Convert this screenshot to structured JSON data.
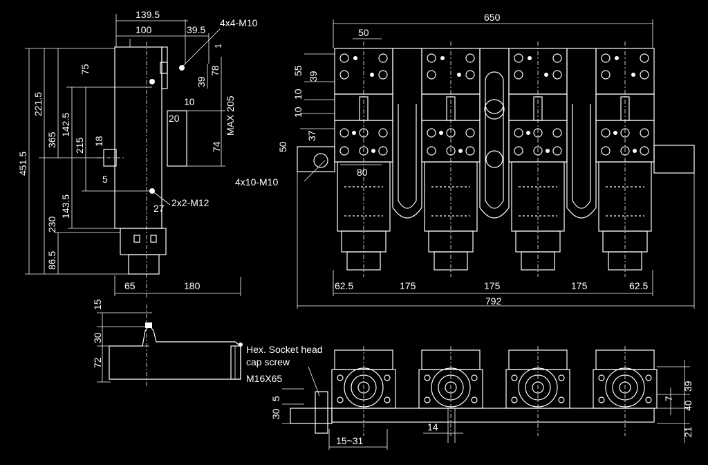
{
  "side_view": {
    "dims": {
      "d139_5": "139.5",
      "d100": "100",
      "d39_5": "39.5",
      "d4x4m10": "4x4-M10",
      "d1": "1",
      "d75": "75",
      "d39": "39",
      "d78": "78",
      "d10": "10",
      "d20": "20",
      "d205max": "MAX 205",
      "d74": "74",
      "d221_5": "221.5",
      "d365": "365",
      "d451_5": "451.5",
      "d142_5": "142.5",
      "d215": "215",
      "d18": "18",
      "d5": "5",
      "d143_5": "143.5",
      "d2x2m12": "2x2-M12",
      "d27": "27",
      "d230": "230",
      "d86_5": "86.5",
      "d65": "65",
      "d180": "180"
    }
  },
  "front_view": {
    "dims": {
      "d650": "650",
      "d50top": "50",
      "d55": "55",
      "d39": "39",
      "d10a": "10",
      "d10b": "10",
      "d37": "37",
      "d50side": "50",
      "d80": "80",
      "d4x10m10": "4x10-M10",
      "d62_5a": "62.5",
      "d175a": "175",
      "d175b": "175",
      "d175c": "175",
      "d62_5b": "62.5",
      "d792": "792"
    }
  },
  "clamp_view": {
    "dims": {
      "d15": "15",
      "d30": "30",
      "d72": "72"
    },
    "note_line1": "Hex. Socket head",
    "note_line2": "cap screw",
    "note_line3": "M16X65"
  },
  "bottom_view": {
    "dims": {
      "d30": "30",
      "d5": "5",
      "d14": "14",
      "d15_31": "15~31",
      "d39": "39",
      "d7": "7",
      "d40": "40",
      "d21": "21"
    }
  }
}
